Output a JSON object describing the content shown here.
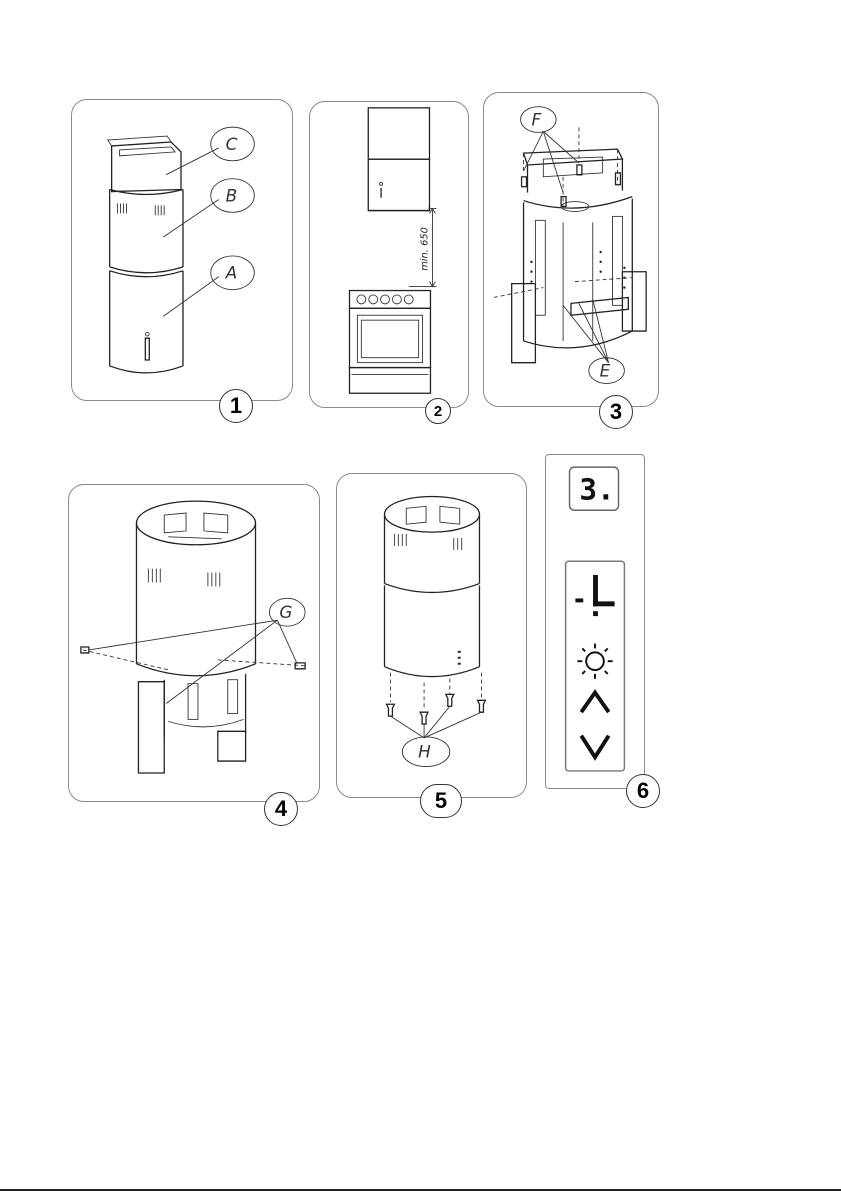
{
  "figures": [
    {
      "number": "1",
      "labels": [
        "C",
        "B",
        "A"
      ]
    },
    {
      "number": "2",
      "dimension": "min. 650"
    },
    {
      "number": "3",
      "labels": [
        "F",
        "E"
      ]
    },
    {
      "number": "4",
      "labels": [
        "G"
      ]
    },
    {
      "number": "5",
      "labels": [
        "H"
      ]
    },
    {
      "number": "6",
      "display": "3."
    }
  ]
}
